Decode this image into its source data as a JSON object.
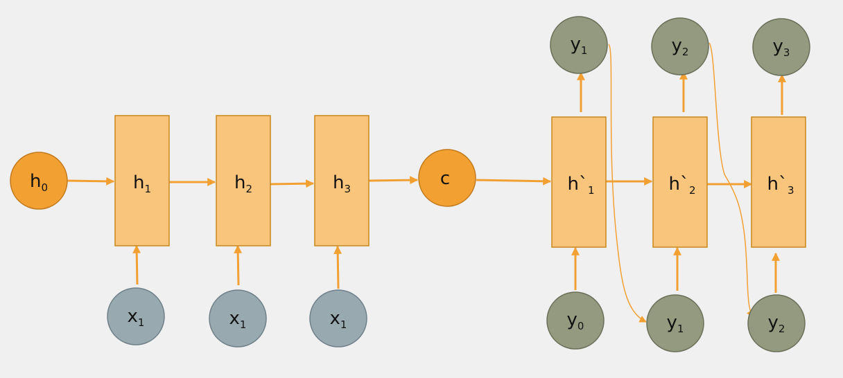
{
  "colors": {
    "background": "#f0f0f0",
    "box_fill": "#f9c57c",
    "box_stroke": "#c8871a",
    "arrow": "#f3a033",
    "orange_node": "#f3a033",
    "orange_node_stroke": "#c27a1c",
    "gray_node": "#98a9b0",
    "gray_node_stroke": "#6f8088",
    "olive_node": "#949a80",
    "olive_node_stroke": "#6a6f58"
  },
  "encoder": {
    "h0": {
      "base": "h",
      "sub": "0"
    },
    "h1": {
      "base": "h",
      "sub": "1"
    },
    "h2": {
      "base": "h",
      "sub": "2"
    },
    "h3": {
      "base": "h",
      "sub": "3"
    },
    "x1a": {
      "base": "x",
      "sub": "1"
    },
    "x1b": {
      "base": "x",
      "sub": "1"
    },
    "x1c": {
      "base": "x",
      "sub": "1"
    }
  },
  "context": {
    "label": "c"
  },
  "decoder": {
    "hp1": {
      "base": "h`",
      "sub": "1"
    },
    "hp2": {
      "base": "h`",
      "sub": "2"
    },
    "hp3": {
      "base": "h`",
      "sub": "3"
    },
    "y_out1": {
      "base": "y",
      "sub": "1"
    },
    "y_out2": {
      "base": "y",
      "sub": "2"
    },
    "y_out3": {
      "base": "y",
      "sub": "3"
    },
    "y_in0": {
      "base": "y",
      "sub": "0"
    },
    "y_in1": {
      "base": "y",
      "sub": "1"
    },
    "y_in2": {
      "base": "y",
      "sub": "2"
    }
  }
}
